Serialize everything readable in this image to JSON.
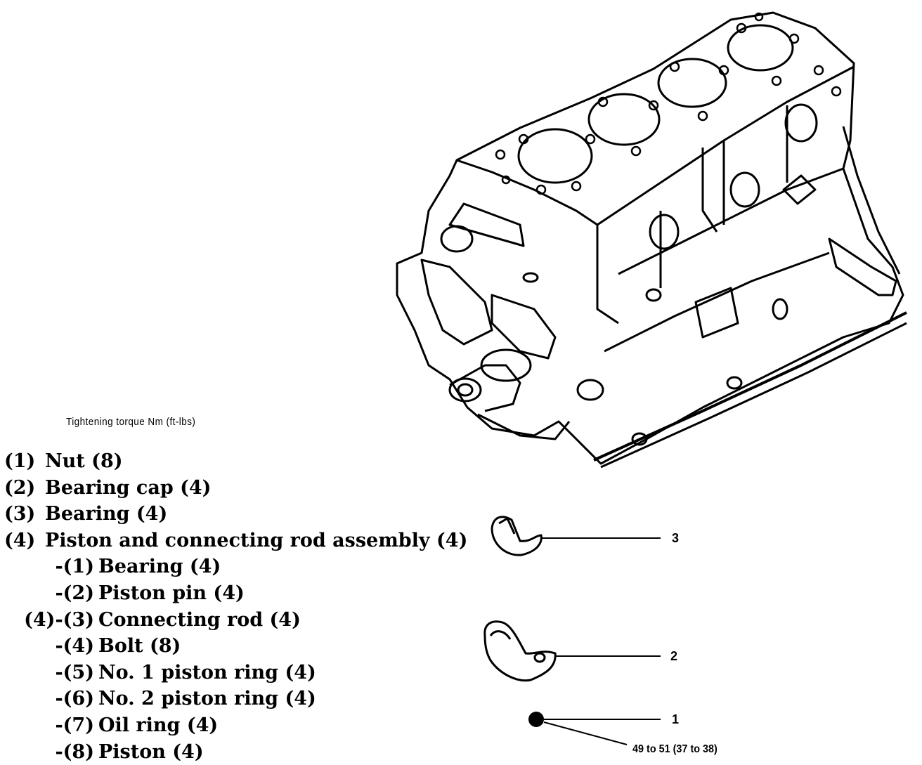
{
  "caption": "Tightening torque  Nm (ft-lbs)",
  "legend": [
    {
      "num": "(1)",
      "text": "Nut (8)"
    },
    {
      "num": "(2)",
      "text": "Bearing cap (4)"
    },
    {
      "num": "(3)",
      "text": "Bearing (4)"
    },
    {
      "num": "(4)",
      "text": "Piston and connecting rod assembly (4)"
    }
  ],
  "sub_legend": [
    {
      "pre": "-(1)",
      "text": "Bearing (4)"
    },
    {
      "pre": "-(2)",
      "text": "Piston pin (4)"
    },
    {
      "pre": "(4)-(3)",
      "text": "Connecting rod (4)"
    },
    {
      "pre": "-(4)",
      "text": "Bolt (8)"
    },
    {
      "pre": "-(5)",
      "text": "No. 1 piston ring (4)"
    },
    {
      "pre": "-(6)",
      "text": "No. 2 piston ring (4)"
    },
    {
      "pre": "-(7)",
      "text": "Oil ring (4)"
    },
    {
      "pre": "-(8)",
      "text": "Piston (4)"
    }
  ],
  "callouts": {
    "bearing": "3",
    "bearing_cap": "2",
    "nut": "1"
  },
  "torque_value": "49 to 51 (37 to 38)"
}
